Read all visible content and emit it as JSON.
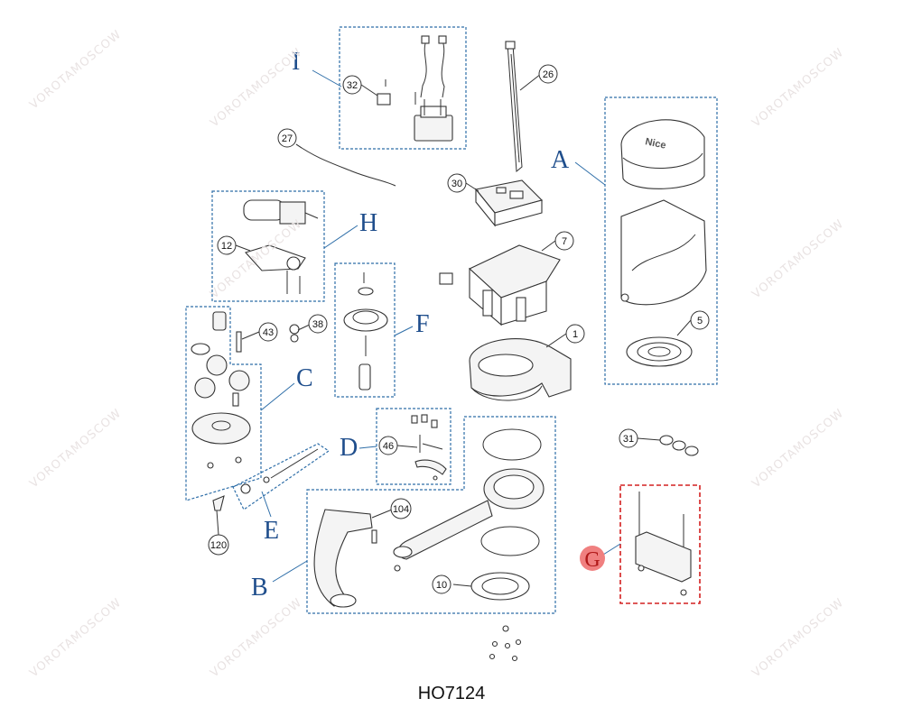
{
  "diagram": {
    "model": "HO7124",
    "watermark": "VOROTAMOSCOW",
    "groups": [
      {
        "letter": "A"
      },
      {
        "letter": "B"
      },
      {
        "letter": "C"
      },
      {
        "letter": "D"
      },
      {
        "letter": "E"
      },
      {
        "letter": "F"
      },
      {
        "letter": "G"
      },
      {
        "letter": "H"
      },
      {
        "letter": "I"
      }
    ],
    "part_numbers": [
      "1",
      "5",
      "7",
      "10",
      "12",
      "26",
      "27",
      "30",
      "31",
      "32",
      "38",
      "43",
      "46",
      "104",
      "120"
    ],
    "cover_logo": "Nice",
    "colors": {
      "group_box": "#2e6ea8",
      "group_letter": "#1f4e8c",
      "highlight_box": "#d42020",
      "highlight_marker": "#f08080",
      "line_art": "#333333"
    }
  }
}
